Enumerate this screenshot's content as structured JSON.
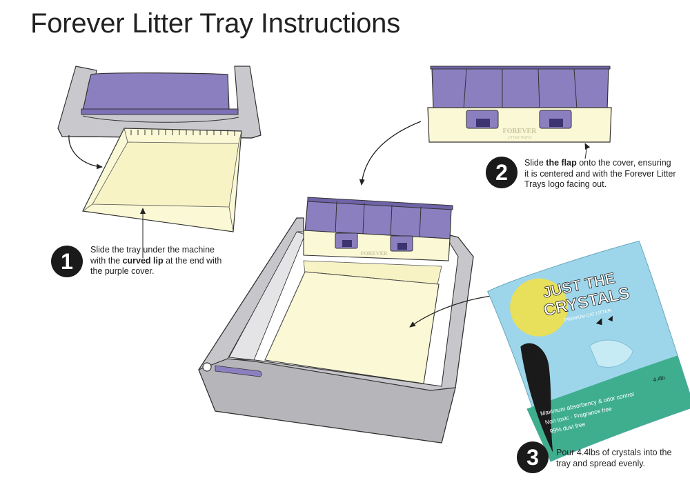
{
  "title": "Forever Litter Tray Instructions",
  "colors": {
    "purple": "#8b7fc0",
    "tray": "#fbf8d6",
    "grey": "#c8c8cc",
    "badge": "#1a1a1a",
    "bag_blue": "#8fd0e6",
    "bag_green": "#3fae8f"
  },
  "steps": [
    {
      "number": "1",
      "pre": "Slide the tray under the machine with the ",
      "bold": "curved lip",
      "post": " at the end with the purple cover."
    },
    {
      "number": "2",
      "pre": "Slide ",
      "bold": "the flap",
      "post": " onto the cover, ensuring it is centered and with the Forever Litter Trays logo facing out."
    },
    {
      "number": "3",
      "pre": "Pour 4.4lbs of crystals into the tray and spread evenly.",
      "bold": "",
      "post": ""
    }
  ],
  "flap_logo": {
    "line1": "FOREVER",
    "line2": "LITTER TRAYS"
  },
  "bag": {
    "brand_line1": "JUST THE",
    "brand_line2": "CRYSTALS",
    "tagline": "PREMIUM CAT LITTER",
    "benefit1": "Maximum absorbency & odor control",
    "benefit2": "Non toxic · Fragrance free",
    "benefit3": "99% dust free",
    "weight": "4.4lb"
  },
  "icons": [
    "arrow-icon",
    "cat-silhouette-icon",
    "butterfly-icon"
  ]
}
